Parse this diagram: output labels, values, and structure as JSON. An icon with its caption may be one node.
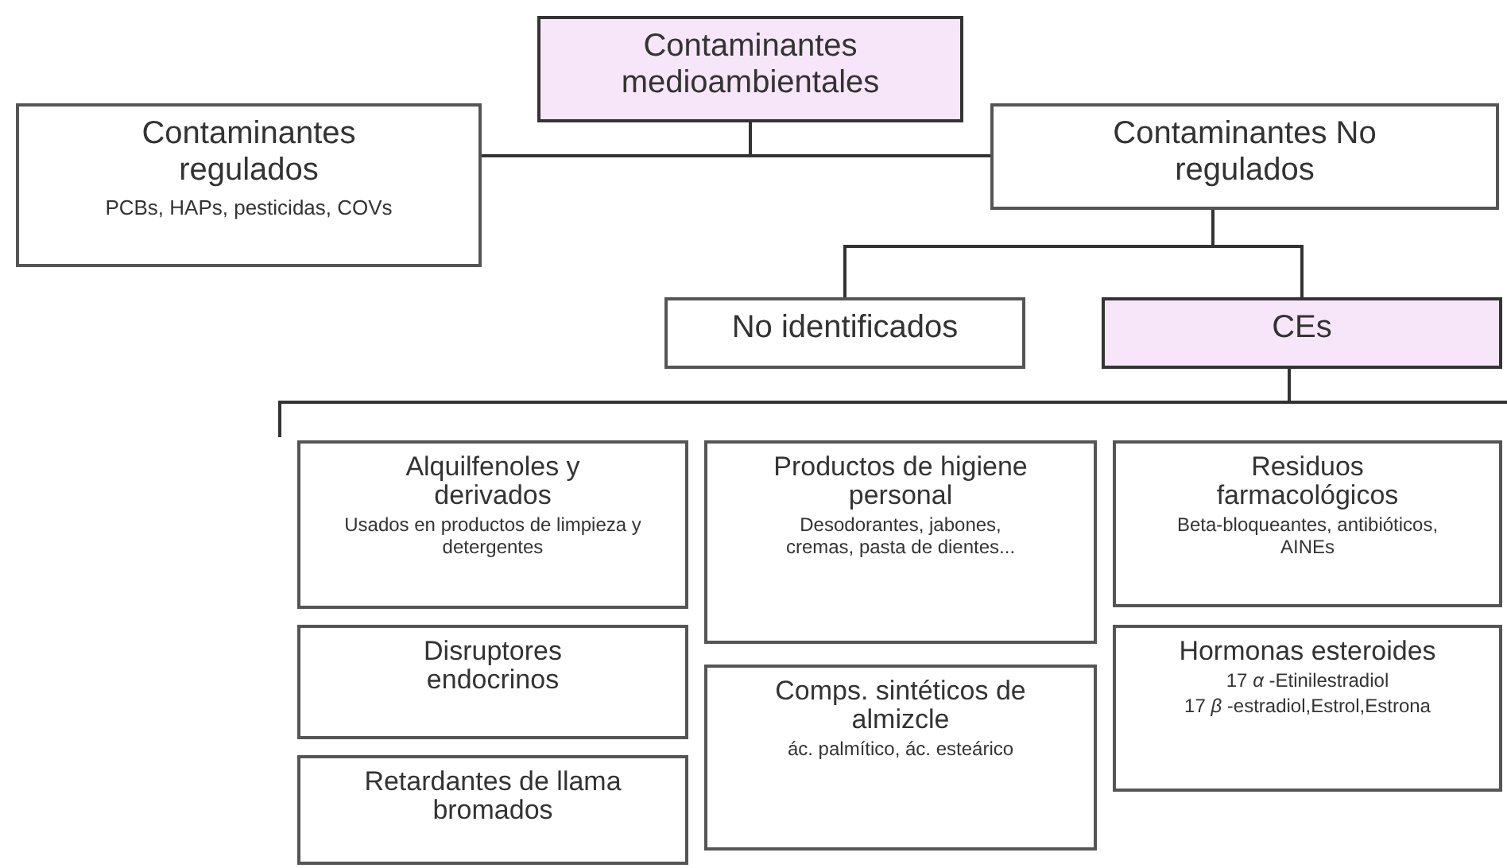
{
  "diagram": {
    "nodes": [
      {
        "text": [
          "Contaminantes medioambientales"
        ]
      },
      {
        "text": [
          "Contaminantes regulados",
          "PCBs, HAPs, pesticidas, COVs"
        ]
      },
      {
        "text": [
          "Contaminantes No regulados"
        ]
      },
      {
        "text": [
          "No identificados"
        ]
      },
      {
        "text": [
          "CEs"
        ]
      },
      {
        "text": [
          "Alquilfenoles y derivados",
          "Usados en productos de limpieza y detergentes"
        ]
      },
      {
        "text": [
          "Disruptores endocrinos"
        ]
      },
      {
        "text": [
          "Retardantes de llama bromados"
        ]
      },
      {
        "text": [
          "Productos de higiene personal",
          "Desodorantes, jabones, cremas, pasta de dientes..."
        ]
      },
      {
        "text": [
          "Comps. sintéticos de almizcle",
          "ác. palmítico, ác. esteárico"
        ]
      },
      {
        "text": [
          "Residuos farmacológicos",
          "Beta-bloqueantes, antibióticos, AINEs"
        ]
      },
      {
        "text": [
          "Hormonas esteroides",
          "17 *α* -Etinilestradiol",
          "17 *β* -estradiol,Estrol,Estrona"
        ]
      }
    ],
    "edges": [
      {
        "from": 0,
        "to": 1,
        "arrow": "none"
      },
      {
        "from": 0,
        "to": 2,
        "arrow": "none"
      },
      {
        "from": 2,
        "to": 3,
        "arrow": "none"
      },
      {
        "from": 2,
        "to": 4,
        "arrow": "none"
      }
    ]
  }
}
